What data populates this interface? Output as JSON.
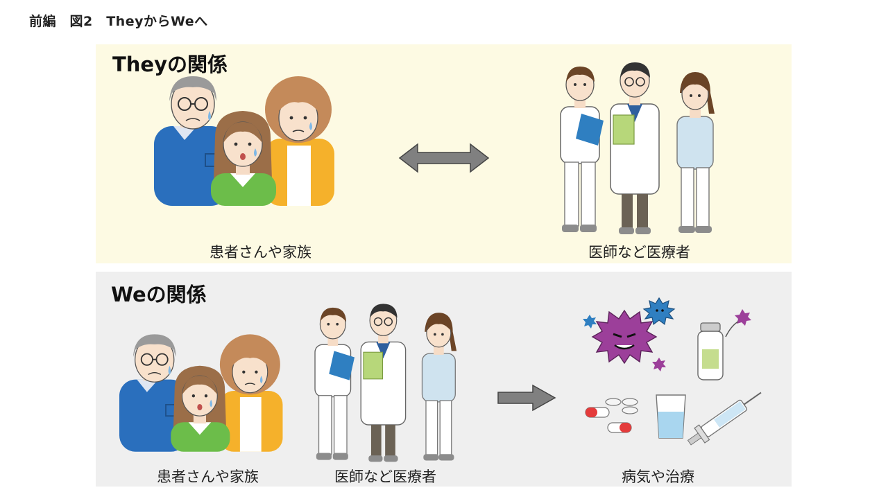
{
  "header": {
    "title": "前編　図2　TheyからWeへ"
  },
  "they_panel": {
    "title": "Theyの関係",
    "left_label": "患者さんや家族",
    "right_label": "医師など医療者"
  },
  "we_panel": {
    "title": "Weの関係",
    "family_label": "患者さんや家族",
    "staff_label": "医師など医療者",
    "target_label": "病気や治療"
  },
  "colors": {
    "they_background": "#fdfae3",
    "we_background": "#efefef",
    "arrow": "#808080",
    "germ_purple": "#9c3f9a",
    "germ_blue": "#2f7fc1",
    "capsule_red": "#e43b3b"
  },
  "icons": [
    "family-illustration",
    "medical-staff-illustration",
    "double-arrow-icon",
    "right-arrow-icon",
    "germs-and-medicine-illustration"
  ]
}
